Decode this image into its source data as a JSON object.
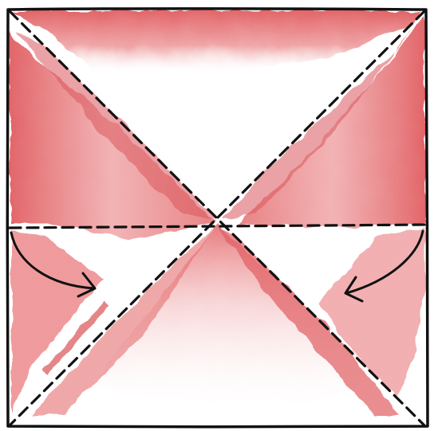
{
  "diagram": {
    "type": "origami-fold-step",
    "paper_color": "#e46a6c",
    "paper_light": "#f3b4b6",
    "ink_color": "#111111",
    "background": "#ffffff",
    "fold_lines": [
      {
        "name": "diagonal-top-left-to-bottom-right",
        "style": "dashed"
      },
      {
        "name": "diagonal-top-right-to-bottom-left",
        "style": "dashed"
      },
      {
        "name": "horizontal-center",
        "style": "dashed"
      }
    ],
    "arrows": [
      {
        "name": "left-fold-arrow",
        "direction": "curve-down-right"
      },
      {
        "name": "right-fold-arrow",
        "direction": "curve-down-left"
      }
    ]
  }
}
